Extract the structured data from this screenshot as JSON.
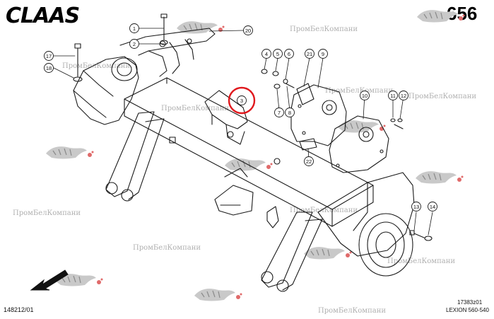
{
  "header": {
    "brand_logo": "CLAAS",
    "page_number": "656"
  },
  "footer": {
    "doc_code": "148212/01",
    "drawing_code": "17383z01",
    "model": "LEXION 560-540"
  },
  "watermark_text": "ПромБелКомпани",
  "callouts": [
    "1",
    "2",
    "3",
    "4",
    "5",
    "6",
    "7",
    "8",
    "9",
    "10",
    "11",
    "12",
    "13",
    "14",
    "17",
    "18",
    "20",
    "21",
    "22"
  ],
  "highlighted_callout": "3",
  "colors": {
    "line": "#1a1a1a",
    "highlight": "#e0191e",
    "watermark": "#b0b0b0"
  }
}
